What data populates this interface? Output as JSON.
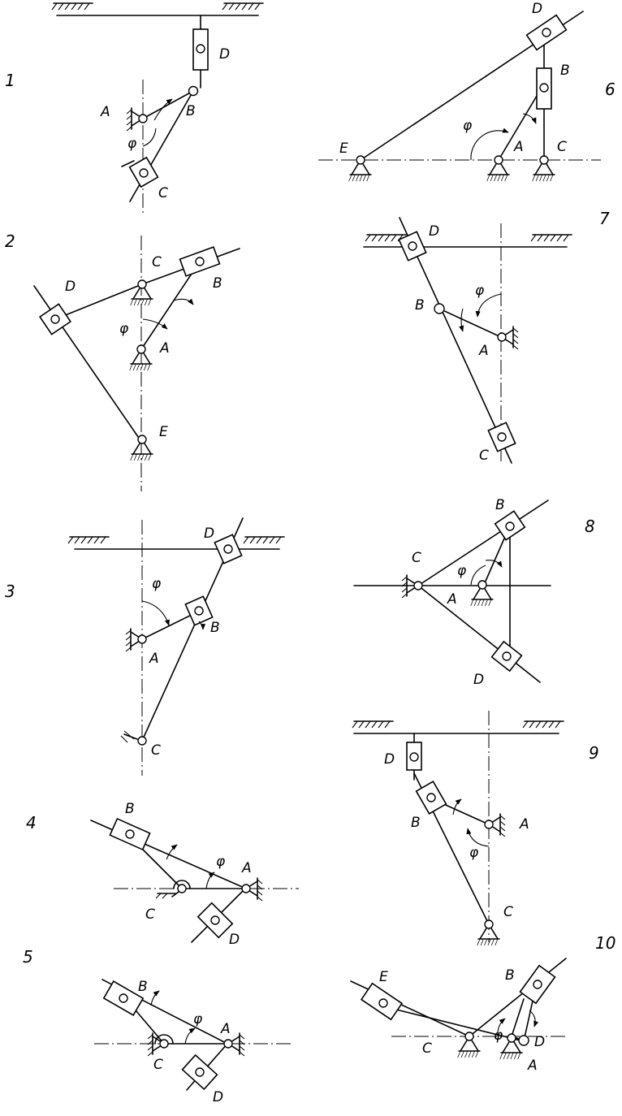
{
  "sheet": {
    "mechanisms": [
      {
        "number": "1",
        "labels": {
          "A": "A",
          "B": "B",
          "C": "C",
          "D": "D",
          "phi": "φ"
        }
      },
      {
        "number": "2",
        "labels": {
          "A": "A",
          "B": "B",
          "C": "C",
          "D": "D",
          "E": "E",
          "phi": "φ"
        }
      },
      {
        "number": "3",
        "labels": {
          "A": "A",
          "B": "B",
          "C": "C",
          "D": "D",
          "phi": "φ"
        }
      },
      {
        "number": "4",
        "labels": {
          "A": "A",
          "B": "B",
          "C": "C",
          "D": "D",
          "phi": "φ"
        }
      },
      {
        "number": "5",
        "labels": {
          "A": "A",
          "B": "B",
          "C": "C",
          "D": "D",
          "phi": "φ"
        }
      },
      {
        "number": "6",
        "labels": {
          "A": "A",
          "B": "B",
          "C": "C",
          "D": "D",
          "E": "E",
          "phi": "φ"
        }
      },
      {
        "number": "7",
        "labels": {
          "A": "A",
          "B": "B",
          "C": "C",
          "D": "D",
          "phi": "φ"
        }
      },
      {
        "number": "8",
        "labels": {
          "A": "A",
          "B": "B",
          "C": "C",
          "D": "D",
          "phi": "φ"
        }
      },
      {
        "number": "9",
        "labels": {
          "A": "A",
          "B": "B",
          "C": "C",
          "D": "D",
          "phi": "φ"
        }
      },
      {
        "number": "10",
        "labels": {
          "A": "A",
          "B": "B",
          "C": "C",
          "D": "D",
          "E": "E",
          "phi": "φ"
        }
      }
    ]
  }
}
